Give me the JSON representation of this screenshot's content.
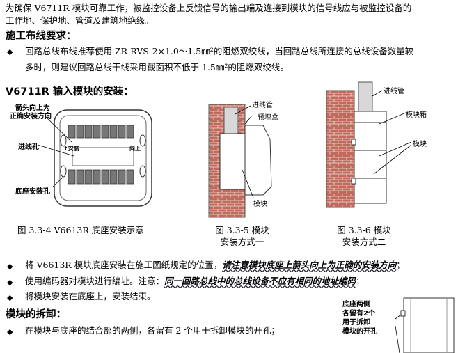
{
  "intro": {
    "line1": "为确保 V6711R 模块可靠工作，被监控设备上反馈信号的输出端及连接到模块的信号线应与被监控设备的",
    "line2": "工作地、保护地、管道及建筑地绝缘。"
  },
  "wiring": {
    "heading": "施工布线要求：",
    "bullet_line1": "回路总线布线推荐使用 ZR-RVS-2×1.0～1.5㎜²的阻燃双绞线，当回路总线所连接的总线设备数量较",
    "bullet_line2": "多时，则建议回路总线干线采用截面积不低于 1.5㎜²的阻燃双绞线。"
  },
  "install": {
    "heading": "V6711R 输入模块的安装：",
    "fig4": {
      "label_arrow_line1": "箭头向上为",
      "label_arrow_line2": "正确安装方向",
      "label_hole": "进线孔",
      "label_base": "底座安装孔",
      "inner_left": "↑安装",
      "inner_right": "向上",
      "caption": "图 3.3-4 V6613R 底座安装示意"
    },
    "fig5": {
      "label_pipe": "进线管",
      "label_box": "预埋盒",
      "label_module": "模块",
      "caption_line1": "图 3.3-5 模块",
      "caption_line2": "安装方式一"
    },
    "fig6": {
      "label_pipe": "进线管",
      "label_box": "模块箱",
      "label_module": "模块",
      "caption_line1": "图 3.3-6 模块",
      "caption_line2": "安装方式二"
    },
    "bullets": [
      {
        "plain": "将 V6613R 模块底座安装在施工图纸规定的位置，",
        "emph": "请注意模块底座上箭头向上为正确的安装方向",
        "tail": "；"
      },
      {
        "plain": "使用编码器对模块进行编址。注意：",
        "emph": "同一回路总线中的总线设备不应有相同的地址编码",
        "tail": "；"
      },
      {
        "plain": "将模块安装在底座上，安装结束。",
        "emph": "",
        "tail": ""
      }
    ]
  },
  "removal": {
    "heading": "模块的拆卸：",
    "bullet": "在模块与底座的结合部的两侧，各留有 2 个用于拆卸模块的开孔；",
    "fig_label_line1": "底座两侧",
    "fig_label_line2": "各留有2个",
    "fig_label_line3": "用于拆卸",
    "fig_label_line4": "模块的开孔"
  },
  "bullet_symbol": "◆"
}
